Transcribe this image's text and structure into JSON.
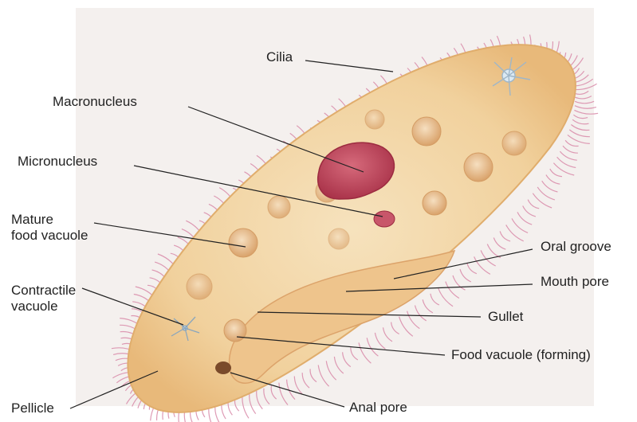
{
  "labels": {
    "cilia": "Cilia",
    "macronucleus": "Macronucleus",
    "micronucleus": "Micronucleus",
    "mature_food_vacuole": "Mature\nfood vacuole",
    "contractile_vacuole": "Contractile\nvacuole",
    "pellicle": "Pellicle",
    "oral_groove": "Oral groove",
    "mouth_pore": "Mouth pore",
    "gullet": "Gullet",
    "food_vacuole_forming": "Food vacuole (forming)",
    "anal_pore": "Anal pore"
  },
  "colors": {
    "cytoplasm": "#f3d7a6",
    "cytoplasm_edge": "#e7b877",
    "cilia": "#d88aa8",
    "macronucleus": "#c2475c",
    "micronucleus": "#c8566a",
    "vacuole": "#e8bb86",
    "leader_line": "#222222",
    "background_haze": "#f3efec"
  }
}
